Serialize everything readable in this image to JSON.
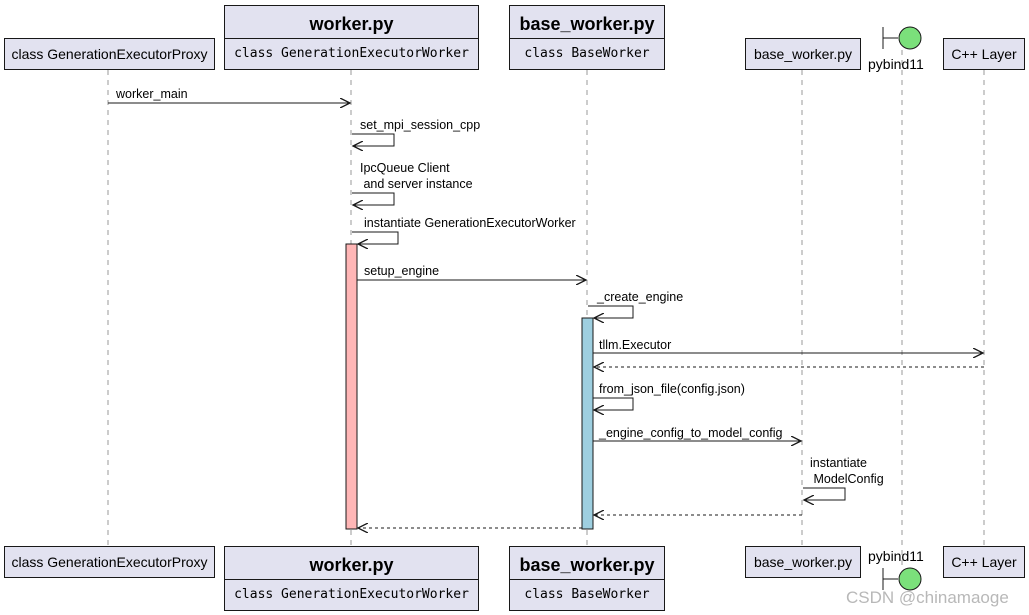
{
  "participants": {
    "proxy": {
      "label": "class GenerationExecutorProxy"
    },
    "worker": {
      "title": "worker.py",
      "subtitle": "class GenerationExecutorWorker"
    },
    "base": {
      "title": "base_worker.py",
      "subtitle": "class BaseWorker"
    },
    "base2": {
      "label": "base_worker.py"
    },
    "pybind": {
      "label": "pybind11"
    },
    "cpp": {
      "label": "C++ Layer"
    }
  },
  "messages": {
    "m1": "worker_main",
    "m2": "set_mpi_session_cpp",
    "m3": "IpcQueue Client\n and server instance",
    "m4": "instantiate GenerationExecutorWorker",
    "m5": "setup_engine",
    "m6": "_create_engine",
    "m7": "tllm.Executor",
    "m8": "from_json_file(config.json)",
    "m9": "_engine_config_to_model_config",
    "m10": "instantiate\n ModelConfig"
  },
  "colors": {
    "participant_fill": "#e2e2f0",
    "worker_activation": "#ffb6b6",
    "base_activation": "#9ecfe0",
    "boundary_fill": "#7be07b"
  },
  "watermark": "CSDN @chinamaoge"
}
